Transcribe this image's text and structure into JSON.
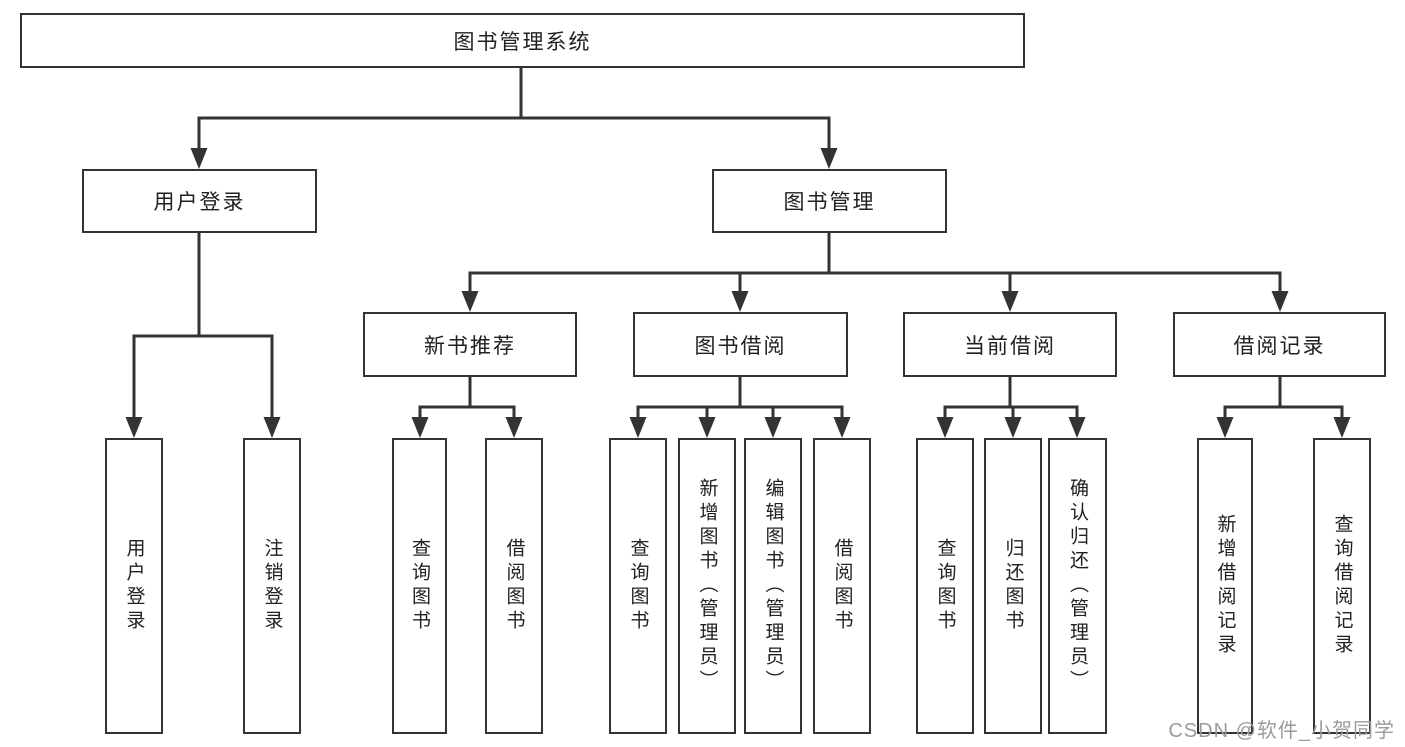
{
  "tree": {
    "label": "图书管理系统",
    "children": [
      {
        "label": "用户登录",
        "children": [
          {
            "label": "用户登录"
          },
          {
            "label": "注销登录"
          }
        ]
      },
      {
        "label": "图书管理",
        "children": [
          {
            "label": "新书推荐",
            "children": [
              {
                "label": "查询图书"
              },
              {
                "label": "借阅图书"
              }
            ]
          },
          {
            "label": "图书借阅",
            "children": [
              {
                "label": "查询图书"
              },
              {
                "label": "新增图书（管理员）"
              },
              {
                "label": "编辑图书（管理员）"
              },
              {
                "label": "借阅图书"
              }
            ]
          },
          {
            "label": "当前借阅",
            "children": [
              {
                "label": "查询图书"
              },
              {
                "label": "归还图书"
              },
              {
                "label": "确认归还（管理员）"
              }
            ]
          },
          {
            "label": "借阅记录",
            "children": [
              {
                "label": "新增借阅记录"
              },
              {
                "label": "查询借阅记录"
              }
            ]
          }
        ]
      }
    ]
  },
  "watermark": {
    "text": "CSDN @软件_小贺同学"
  },
  "colors": {
    "line": "#333333",
    "text": "#212121",
    "watermark": "#9b9b9b",
    "background": "#ffffff"
  }
}
